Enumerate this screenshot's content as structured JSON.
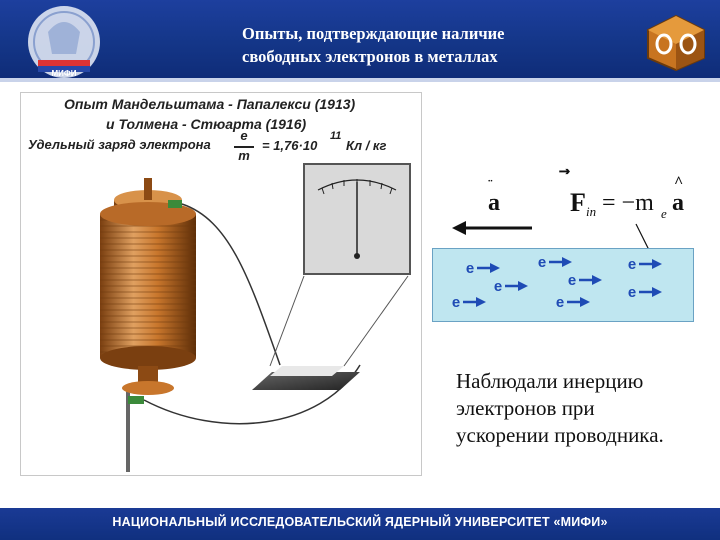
{
  "header": {
    "title_line1": "Опыты, подтверждающие наличие",
    "title_line2": "свободных электронов в металлах"
  },
  "figure": {
    "caption_line1": "Опыт Мандельштама - Папалекси (1913)",
    "caption_line2": "и Толмена - Стюарта (1916)",
    "charge_label": "Удельный заряд электрона",
    "frac_num": "e",
    "frac_den": "m",
    "charge_value": "= 1,76·10",
    "charge_exp": "11",
    "charge_unit": "Кл / кг"
  },
  "diagram": {
    "accel_symbol": "a",
    "force_symbol": "F",
    "force_sub": "in",
    "force_rhs": "= −m",
    "mass_sub": "e",
    "accel_symbol2": "a",
    "electron_symbol": "e",
    "electron_count": 8
  },
  "observation": {
    "line1": "Наблюдали инерцию",
    "line2": "электронов при",
    "line3": "ускорении проводника."
  },
  "footer": {
    "text": "НАЦИОНАЛЬНЫЙ ИССЛЕДОВАТЕЛЬСКИЙ ЯДЕРНЫЙ УНИВЕРСИТЕТ «МИФИ»"
  },
  "colors": {
    "header_blue": "#143688",
    "plate_blue": "#bfe6f0",
    "electron_blue": "#1f4bb5",
    "copper": "#c8762c"
  }
}
